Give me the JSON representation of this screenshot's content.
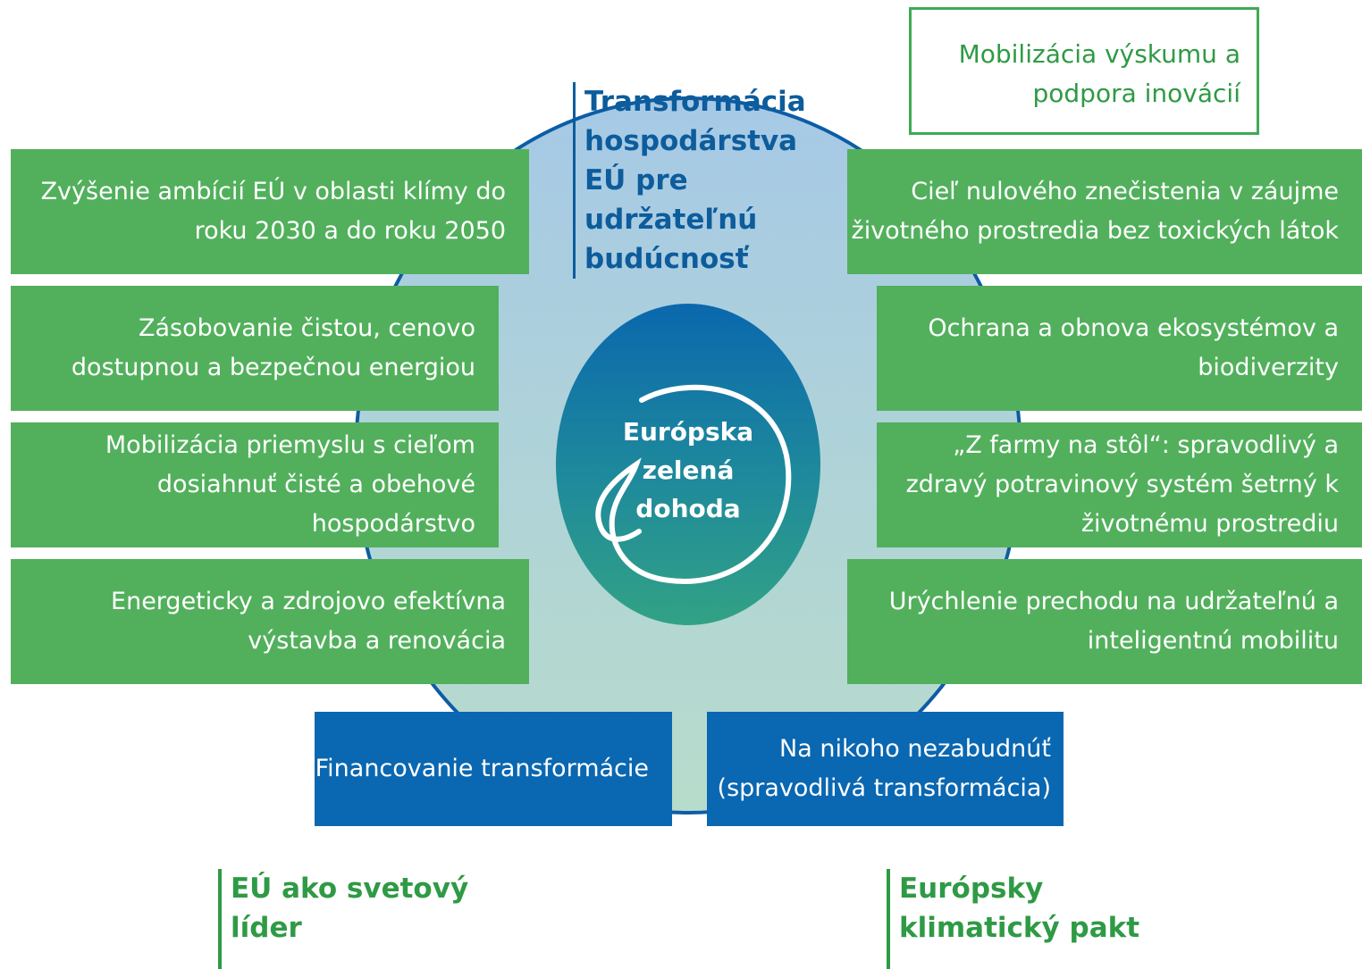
{
  "title": "Transformácia hospodárstva EÚ pre udržateľnú budúcnosť",
  "center": "Európska zelená dohoda",
  "top_right": "Mobilizácia výskumu a podpora inovácií",
  "left": [
    "Zvýšenie ambícií EÚ v oblasti klímy do roku 2030 a do roku 2050",
    "Zásobovanie čistou, cenovo dostupnou a bezpečnou energiou",
    "Mobilizácia priemyslu s cieľom dosiahnuť čisté a obehové hospodárstvo",
    "Energeticky a zdrojovo efektívna výstavba a renovácia"
  ],
  "right": [
    "Cieľ nulového znečistenia v záujme životného prostredia bez toxických látok",
    "Ochrana a obnova ekosystémov a biodiverzity",
    "„Z farmy na stôl“: spravodlivý a zdravý potravinový systém šetrný k životnému prostrediu",
    "Urýchlenie prechodu na udržateľnú a inteligentnú mobilitu"
  ],
  "bottom": [
    "Financovanie transformácie",
    "Na nikoho nezabudnúť (spravodlivá transformácia)"
  ],
  "footer_left": "EÚ ako svetový líder",
  "footer_right": "Európsky klimatický pakt",
  "colors": {
    "green": "#52b05c",
    "blue": "#0a67b1",
    "title_blue": "#0d5c9c",
    "text_green": "#2f9a45"
  }
}
